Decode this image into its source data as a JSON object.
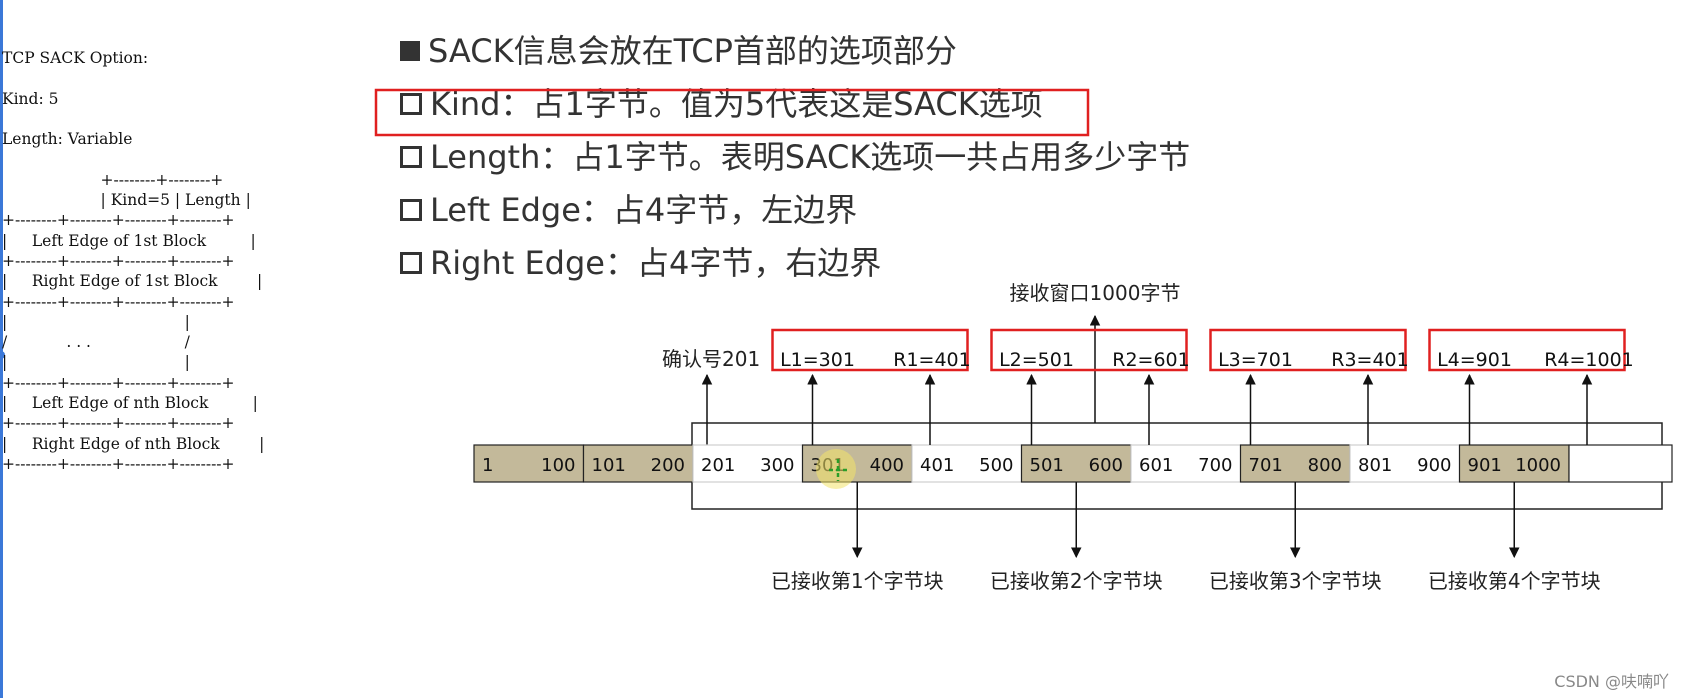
{
  "ascii_lines": [
    "TCP SACK Option:",
    "",
    "Kind: 5",
    "",
    "Length: Variable",
    "",
    "                    +--------+--------+",
    "                    | Kind=5 | Length |",
    "+--------+--------+--------+--------+",
    "|     Left Edge of 1st Block         |",
    "+--------+--------+--------+--------+",
    "|     Right Edge of 1st Block        |",
    "+--------+--------+--------+--------+",
    "|                                    |",
    "/            . . .                   /",
    "|                                    |",
    "+--------+--------+--------+--------+",
    "|     Left Edge of nth Block         |",
    "+--------+--------+--------+--------+",
    "|     Right Edge of nth Block        |",
    "+--------+--------+--------+--------+"
  ],
  "bullets": [
    {
      "text": "SACK信息会放在TCP首部的选项部分",
      "style": "solid"
    },
    {
      "text": "Kind：占1字节。值为5代表这是SACK选项",
      "style": "hollow"
    },
    {
      "text": "Length：占1字节。表明SACK选项一共占用多少字节",
      "style": "hollow"
    },
    {
      "text": "Left Edge：占4字节，左边界",
      "style": "hollow"
    },
    {
      "text": "Right Edge：占4字节，右边界",
      "style": "hollow"
    }
  ],
  "diagram": {
    "window_label": "接收窗口1000字节",
    "ack_label": "确认号201",
    "edge_pairs": [
      {
        "left": "L1=301",
        "right": "R1=401"
      },
      {
        "left": "L2=501",
        "right": "R2=601"
      },
      {
        "left": "L3=701",
        "right": "R3=401"
      },
      {
        "left": "L4=901",
        "right": "R4=1001"
      }
    ],
    "segments": [
      {
        "start": "1",
        "end": "100",
        "received": true
      },
      {
        "start": "101",
        "end": "200",
        "received": true
      },
      {
        "start": "201",
        "end": "300",
        "received": false
      },
      {
        "start": "301",
        "end": "400",
        "received": true
      },
      {
        "start": "401",
        "end": "500",
        "received": false
      },
      {
        "start": "501",
        "end": "600",
        "received": true
      },
      {
        "start": "601",
        "end": "700",
        "received": false
      },
      {
        "start": "701",
        "end": "800",
        "received": true
      },
      {
        "start": "801",
        "end": "900",
        "received": false
      },
      {
        "start": "901",
        "end": "1000",
        "received": true
      }
    ],
    "block_labels": [
      "已接收第1个字节块",
      "已接收第2个字节块",
      "已接收第3个字节块",
      "已接收第4个字节块"
    ]
  },
  "colors": {
    "received_fill": "#c3b99a",
    "highlight_red": "#e02020",
    "text": "#222222"
  },
  "watermark": "CSDN @呋喃吖"
}
